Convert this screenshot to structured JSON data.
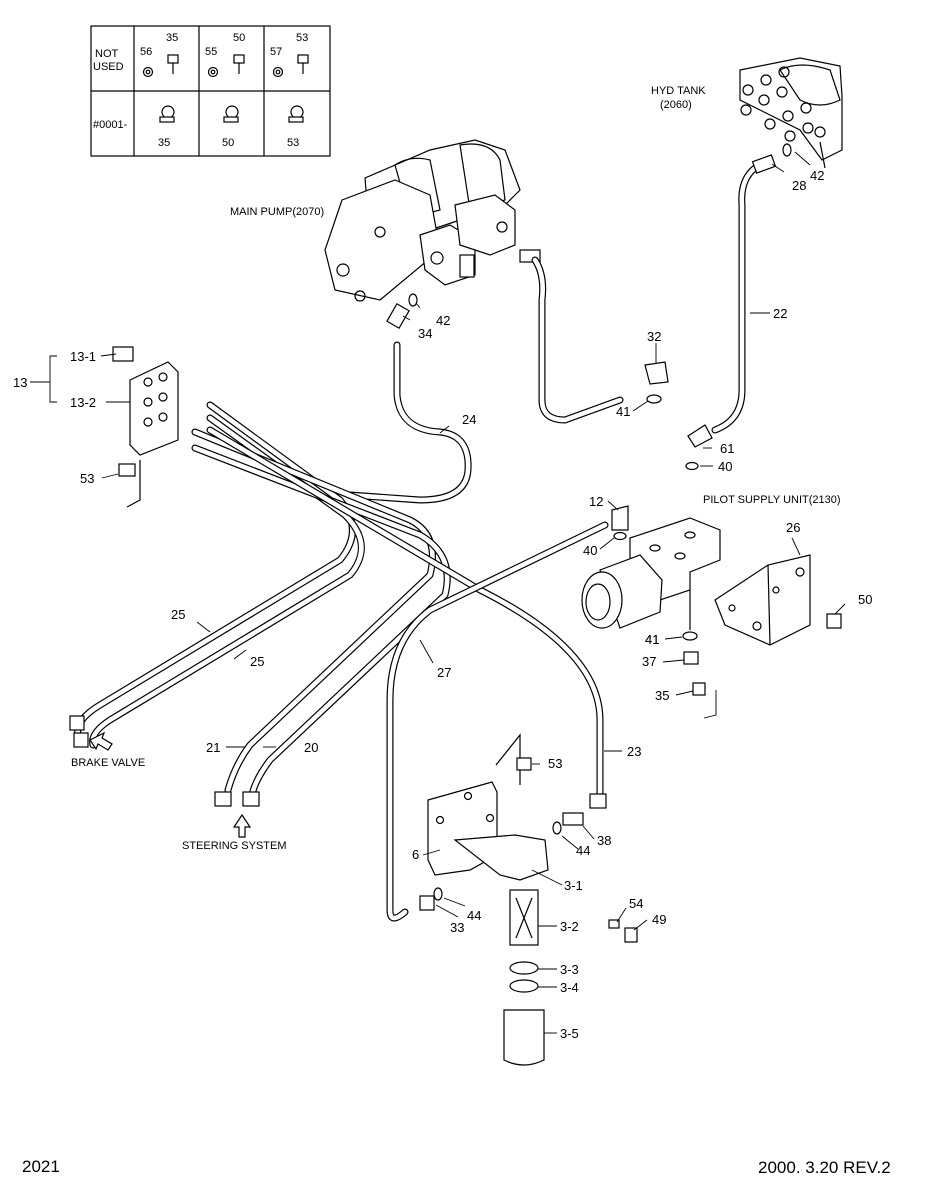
{
  "table": {
    "row_headers": [
      "NOT\nUSED",
      "#0001-"
    ],
    "not_used_row": [
      "56",
      "35",
      "55",
      "50",
      "57",
      "53"
    ],
    "serial_row": [
      "35",
      "50",
      "53"
    ]
  },
  "components": {
    "main_pump": "MAIN PUMP(2070)",
    "hyd_tank_line1": "HYD TANK",
    "hyd_tank_line2": "(2060)",
    "pilot_supply": "PILOT SUPPLY UNIT(2130)",
    "brake_valve": "BRAKE VALVE",
    "steering_system": "STEERING SYSTEM"
  },
  "callouts": [
    "13",
    "13-1",
    "13-2",
    "53",
    "12",
    "40",
    "41",
    "32",
    "41",
    "61",
    "40",
    "22",
    "28",
    "42",
    "42",
    "34",
    "24",
    "25",
    "25",
    "27",
    "26",
    "50",
    "41",
    "37",
    "35",
    "21",
    "20",
    "23",
    "53",
    "6",
    "38",
    "44",
    "3-1",
    "54",
    "49",
    "33",
    "44",
    "3-2",
    "3-3",
    "3-4",
    "3-5"
  ],
  "footer": {
    "page_number": "2021",
    "revision": "2000. 3.20  REV.2"
  }
}
